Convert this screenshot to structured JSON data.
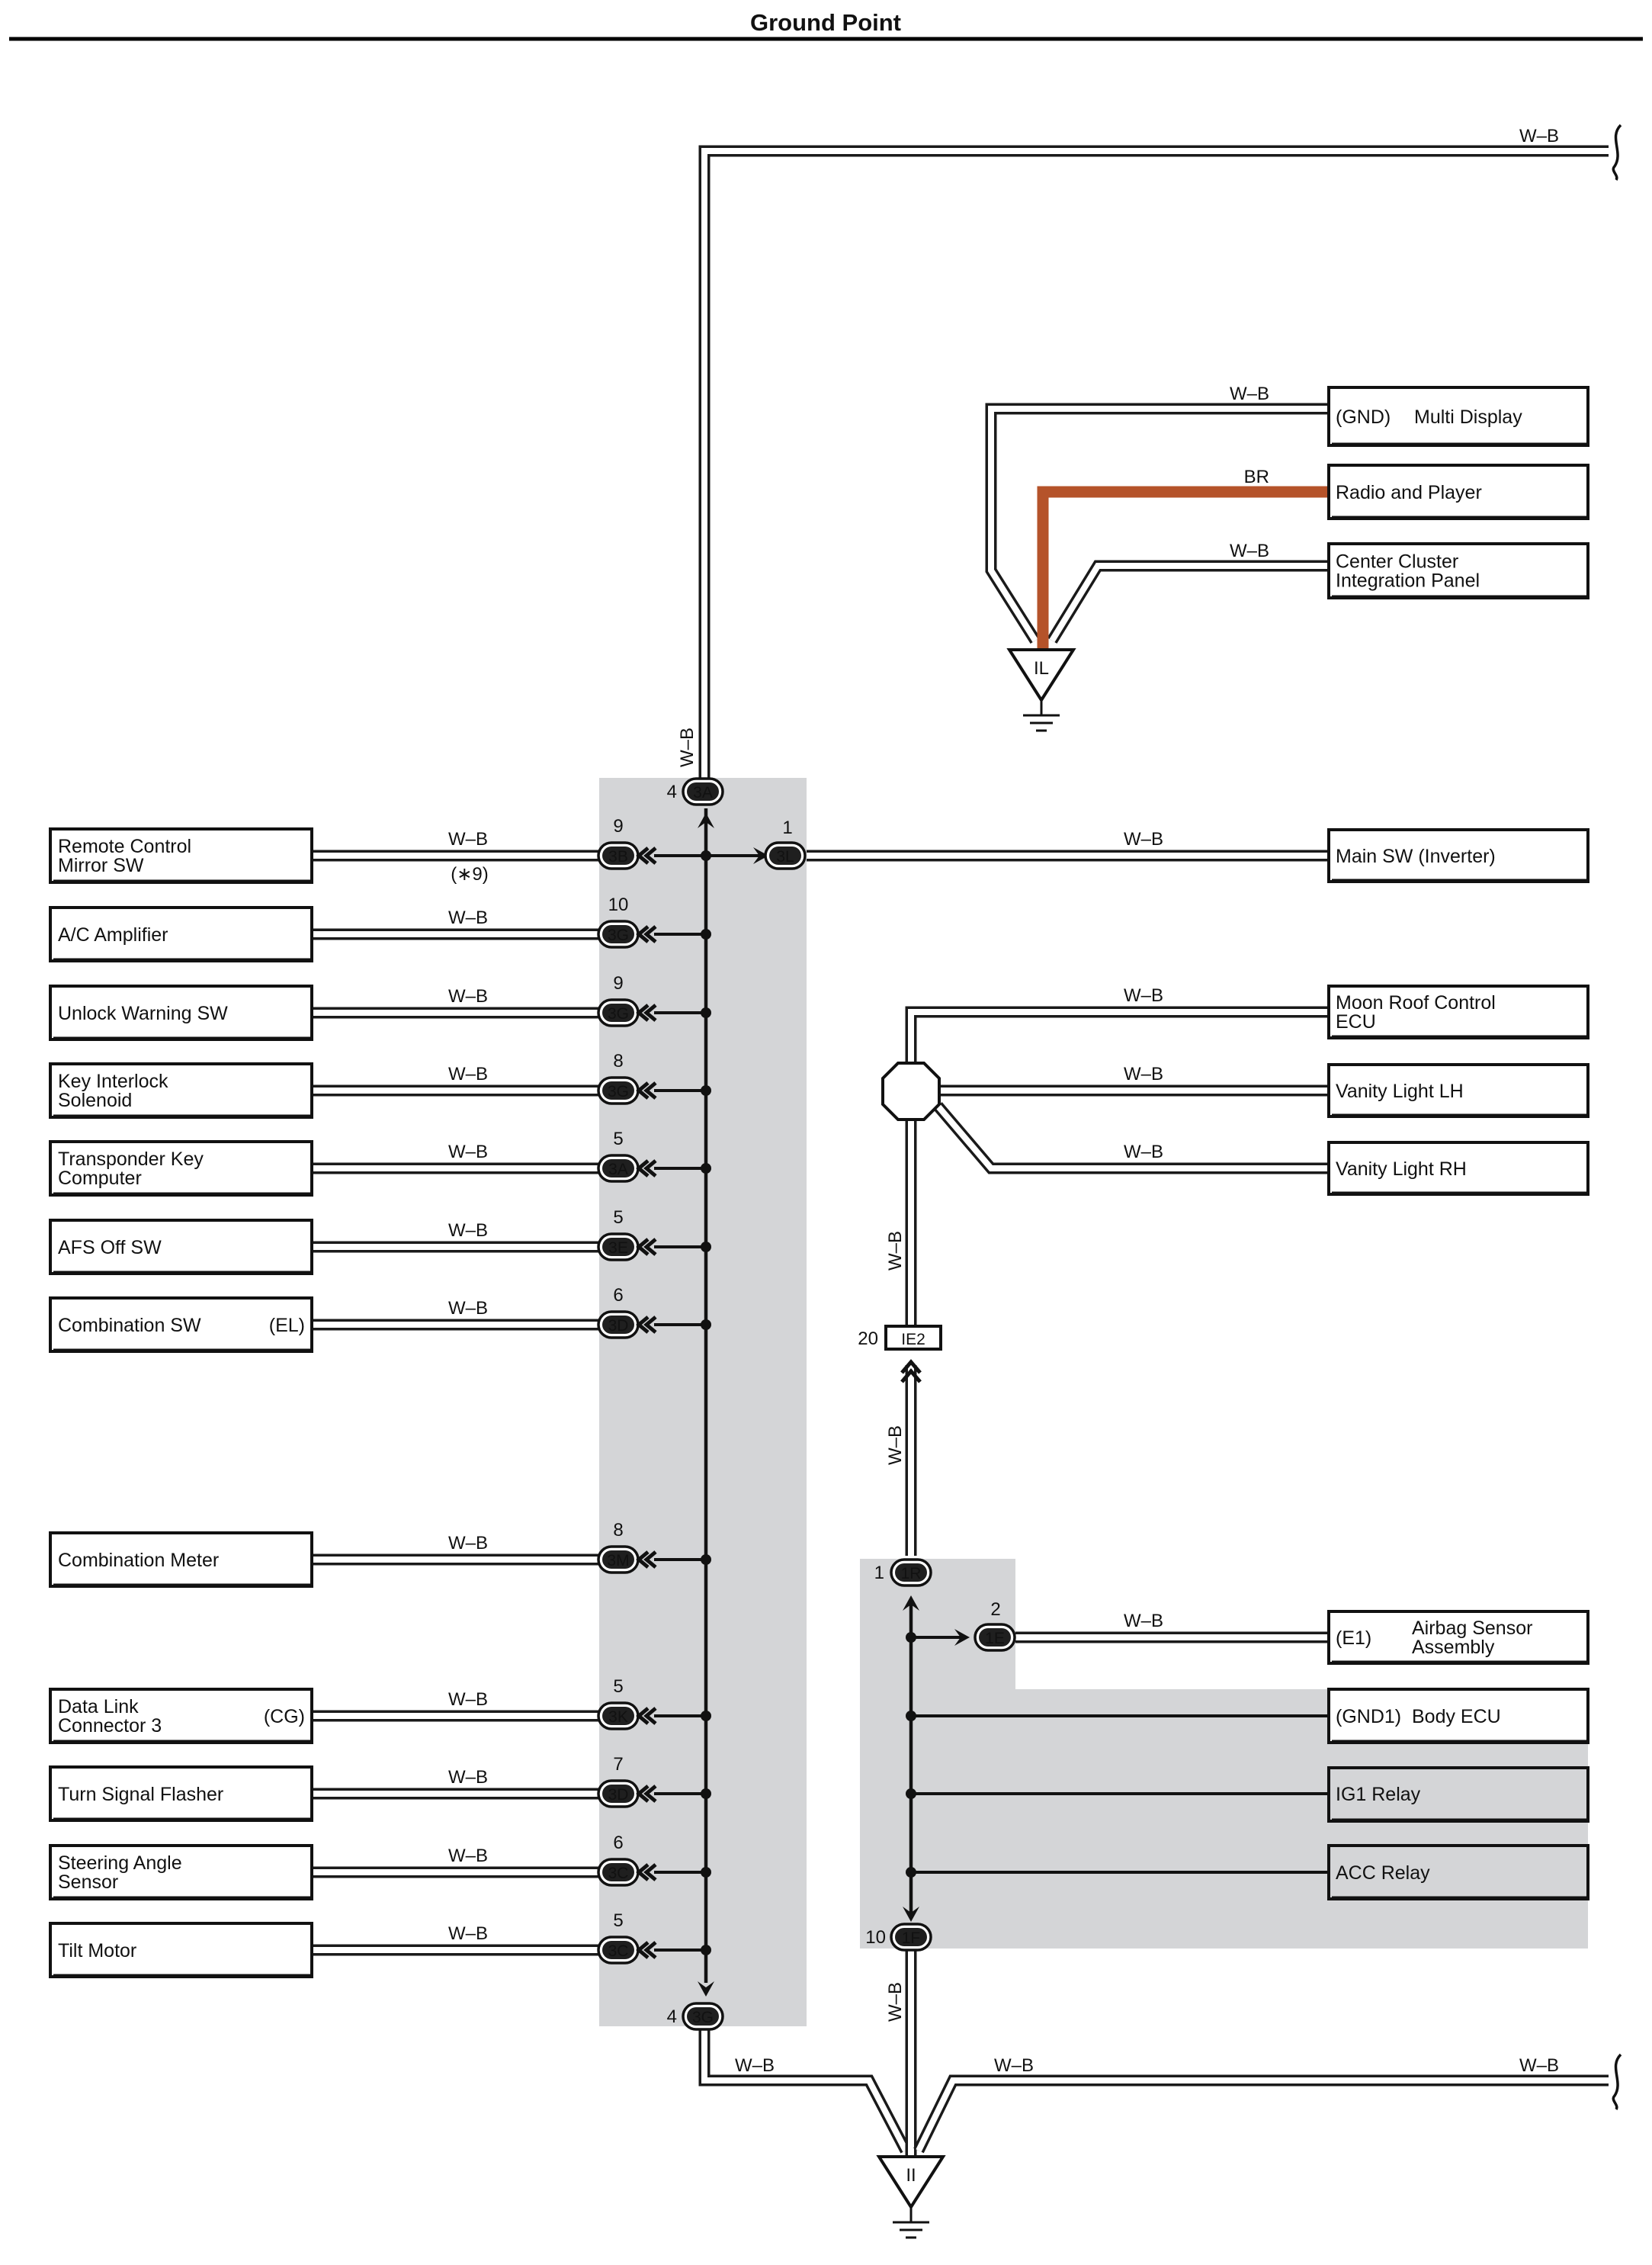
{
  "header": {
    "title": "Ground Point"
  },
  "colors": {
    "wire_w_b": "#1a1a1a",
    "wire_br": "#b5532a",
    "junction_shade": "#d4d5d7",
    "box_border": "#1a1a1a"
  },
  "grounds": {
    "il": "IL",
    "ii": "II"
  },
  "top_wire": {
    "label": "W–B"
  },
  "il_group": [
    {
      "id": "multi-display",
      "name": "Multi Display",
      "terminal": "(GND)",
      "wire": "W–B"
    },
    {
      "id": "radio-and-player",
      "name": "Radio and Player",
      "terminal": "",
      "wire": "BR"
    },
    {
      "id": "center-cluster",
      "name": "Center Cluster\nIntegration Panel",
      "terminal": "",
      "wire": "W–B"
    }
  ],
  "left_components": [
    {
      "id": "remote-control-mirror-sw",
      "name": "Remote Control\nMirror SW",
      "terminal": "",
      "wire": "W–B",
      "pin": "9",
      "connector": "3B",
      "note": "(∗9)"
    },
    {
      "id": "ac-amplifier",
      "name": "A/C Amplifier",
      "terminal": "",
      "wire": "W–B",
      "pin": "10",
      "connector": "3G",
      "note": ""
    },
    {
      "id": "unlock-warning-sw",
      "name": "Unlock Warning SW",
      "terminal": "",
      "wire": "W–B",
      "pin": "9",
      "connector": "3G",
      "note": ""
    },
    {
      "id": "key-interlock-solenoid",
      "name": "Key Interlock\nSolenoid",
      "terminal": "",
      "wire": "W–B",
      "pin": "8",
      "connector": "3G",
      "note": ""
    },
    {
      "id": "transponder-key-computer",
      "name": "Transponder Key\nComputer",
      "terminal": "",
      "wire": "W–B",
      "pin": "5",
      "connector": "3A",
      "note": ""
    },
    {
      "id": "afs-off-sw",
      "name": "AFS Off SW",
      "terminal": "",
      "wire": "W–B",
      "pin": "5",
      "connector": "3E",
      "note": ""
    },
    {
      "id": "combination-sw",
      "name": "Combination SW",
      "terminal": "(EL)",
      "wire": "W–B",
      "pin": "6",
      "connector": "3D",
      "note": ""
    },
    {
      "id": "combination-meter",
      "name": "Combination Meter",
      "terminal": "",
      "wire": "W–B",
      "pin": "8",
      "connector": "3M",
      "note": ""
    },
    {
      "id": "data-link-connector-3",
      "name": "Data Link\nConnector 3",
      "terminal": "(CG)",
      "wire": "W–B",
      "pin": "5",
      "connector": "3K",
      "note": ""
    },
    {
      "id": "turn-signal-flasher",
      "name": "Turn Signal Flasher",
      "terminal": "",
      "wire": "W–B",
      "pin": "7",
      "connector": "3D",
      "note": ""
    },
    {
      "id": "steering-angle-sensor",
      "name": "Steering Angle\nSensor",
      "terminal": "",
      "wire": "W–B",
      "pin": "6",
      "connector": "3C",
      "note": ""
    },
    {
      "id": "tilt-motor",
      "name": "Tilt Motor",
      "terminal": "",
      "wire": "W–B",
      "pin": "5",
      "connector": "3C",
      "note": ""
    }
  ],
  "bus_connectors": {
    "top": {
      "pin": "4",
      "connector": "3A",
      "wire": "W–B"
    },
    "right": {
      "pin": "1",
      "connector": "3L",
      "wire": "W–B"
    },
    "bottom": {
      "pin": "4",
      "connector": "3G",
      "wire": "W–B"
    }
  },
  "main_sw": {
    "name": "Main SW (Inverter)",
    "terminal": ""
  },
  "splice_group": [
    {
      "id": "moon-roof-control-ecu",
      "name": "Moon Roof Control\nECU",
      "terminal": "",
      "wire": "W–B"
    },
    {
      "id": "vanity-light-lh",
      "name": "Vanity Light LH",
      "terminal": "",
      "wire": "W–B"
    },
    {
      "id": "vanity-light-rh",
      "name": "Vanity Light RH",
      "terminal": "",
      "wire": "W–B"
    }
  ],
  "ie2": {
    "pin": "20",
    "connector": "IE2",
    "wire_upper": "W–B",
    "wire_lower": "W–B"
  },
  "right_block": {
    "top": {
      "pin": "1",
      "connector": "1R"
    },
    "bottom": {
      "pin": "10",
      "connector": "1F",
      "wire": "W–B"
    },
    "airbag": {
      "pin": "2",
      "connector": "1E",
      "wire": "W–B",
      "name": "Airbag Sensor\nAssembly",
      "terminal": "(E1)"
    },
    "body_ecu": {
      "name": "Body ECU",
      "terminal": "(GND1)"
    },
    "ig1_relay": {
      "name": "IG1 Relay"
    },
    "acc_relay": {
      "name": "ACC Relay"
    }
  },
  "bottom_wires": {
    "left": "W–B",
    "middle": "W–B",
    "right": "W–B"
  }
}
